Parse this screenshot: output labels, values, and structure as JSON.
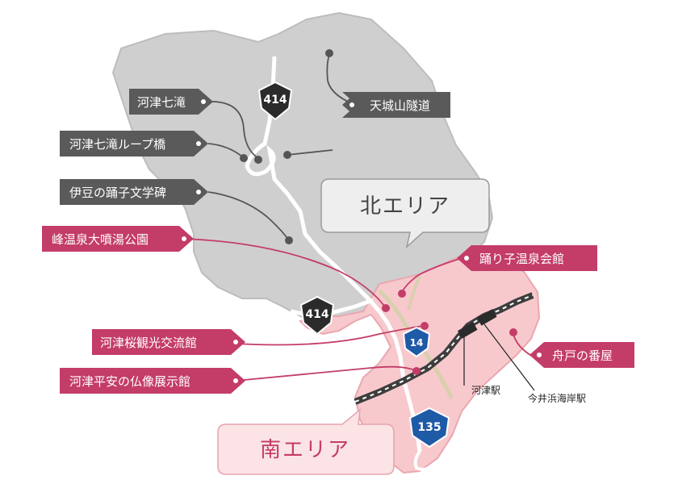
{
  "colors": {
    "north_area": "#cfcfcf",
    "south_area": "#f7c9cd",
    "north_tag": "#5a5a5a",
    "south_tag": "#c43c68",
    "railway": "#3d3d3d",
    "road": "#ffffff",
    "route_shield_dark": "#2b2b2b",
    "route_shield_blue": "#1f5aa6"
  },
  "areas": {
    "north": "北エリア",
    "south": "南エリア"
  },
  "routes": {
    "r414_top": "414",
    "r414_mid": "414",
    "r14": "14",
    "r135": "135"
  },
  "north_spots": [
    "河津七滝",
    "河津七滝ループ橋",
    "伊豆の踊子文学碑",
    "天城山隧道"
  ],
  "south_spots": [
    "峰温泉大噴湯公園",
    "踊り子温泉会館",
    "河津桜観光交流館",
    "河津平安の仏像展示館",
    "舟戸の番屋"
  ],
  "stations": [
    "河津駅",
    "今井浜海岸駅"
  ]
}
